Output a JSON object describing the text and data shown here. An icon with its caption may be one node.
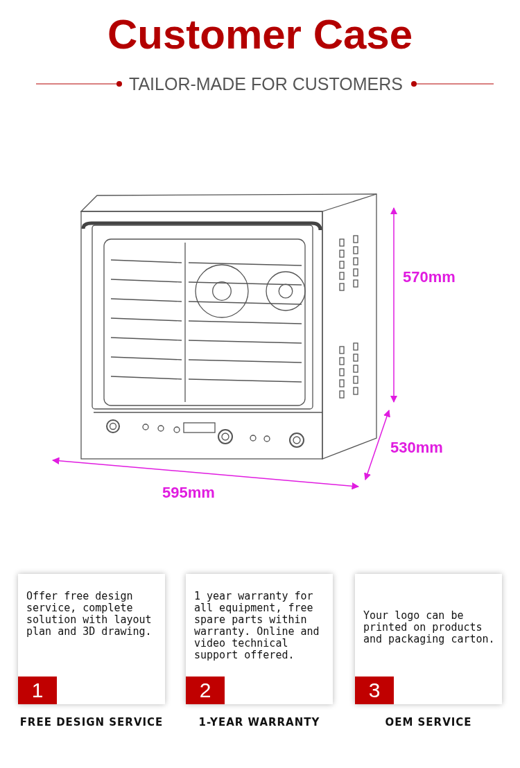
{
  "diagram": {
    "title": "Customer Case",
    "nodes": [
      {
        "text": [
          "Offer free design service, complete solution with layout plan and 3D drawing.",
          "1"
        ],
        "beside": [
          "FREE DESIGN SERVICE"
        ]
      },
      {
        "text": [
          "1 year warranty for all equipment, free spare parts within warranty. Online and video technical support offered.",
          "2"
        ],
        "beside": [
          "1-YEAR WARRANTY"
        ]
      },
      {
        "text": [
          "Your logo can be printed on products and packaging carton.",
          "3"
        ],
        "beside": [
          "OEM SERVICE"
        ]
      }
    ],
    "labels": [
      "TAILOR-MADE FOR CUSTOMERS",
      "570mm",
      "530mm",
      "595mm"
    ]
  }
}
